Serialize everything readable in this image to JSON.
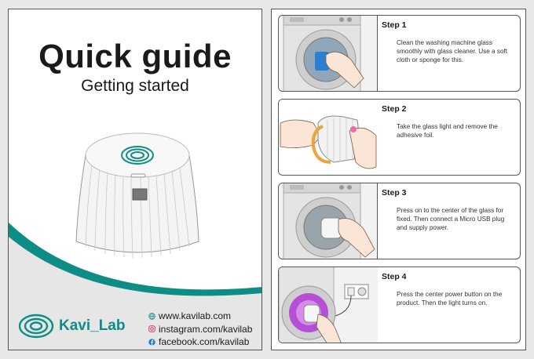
{
  "cover": {
    "title": "Quick guide",
    "subtitle": "Getting started",
    "brand": "Kavi_Lab",
    "links": [
      {
        "icon": "globe-icon",
        "text": "www.kavilab.com"
      },
      {
        "icon": "instagram-icon",
        "text": "instagram.com/kavilab"
      },
      {
        "icon": "facebook-icon",
        "text": "facebook.com/kavilab"
      }
    ],
    "colors": {
      "accent": "#0e8c86",
      "wave_gray": "#e6e6e6"
    }
  },
  "steps": [
    {
      "label": "Step 1",
      "text": "Clean the washing machine glass smoothly with glass cleaner. Use a soft cloth or sponge for this."
    },
    {
      "label": "Step 2",
      "text": "Take the glass light and remove the adhesive foil."
    },
    {
      "label": "Step 3",
      "text": "Press on to the center of the glass for fixed. Then connect a Micro USB plug and supply power."
    },
    {
      "label": "Step 4",
      "text": "Press the center power button on the product. Then the light turns on."
    }
  ]
}
